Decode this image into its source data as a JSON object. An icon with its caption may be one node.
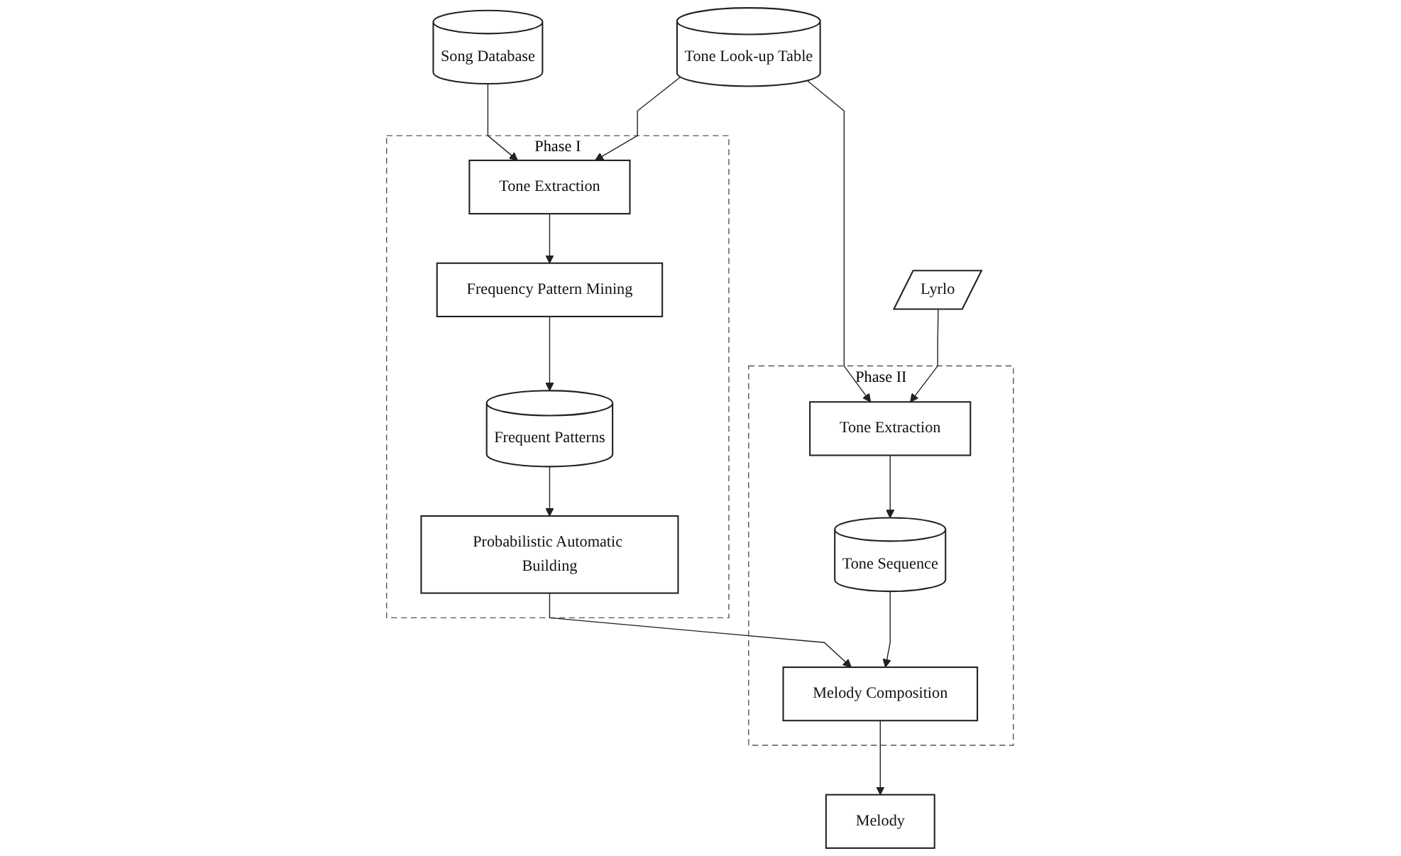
{
  "diagram": {
    "nodes": [
      {
        "text": [
          "Song Database"
        ]
      },
      {
        "text": [
          "Tone Look-up Table"
        ]
      },
      {
        "text": [
          "Lyrlo"
        ]
      },
      {
        "text": [
          "Phase I"
        ]
      },
      {
        "text": [
          "Tone Extraction"
        ],
        "in": 3
      },
      {
        "text": [
          "Frequency Pattern Mining"
        ],
        "in": 3
      },
      {
        "text": [
          "Frequent Patterns"
        ],
        "in": 3
      },
      {
        "text": [
          "Probabilistic Automatic Building"
        ],
        "in": 3
      },
      {
        "text": [
          "Phase II"
        ]
      },
      {
        "text": [
          "Tone Extraction"
        ],
        "in": 8
      },
      {
        "text": [
          "Tone Sequence"
        ],
        "in": 8
      },
      {
        "text": [
          "Melody Composition"
        ],
        "in": 8
      },
      {
        "text": [
          "Melody"
        ]
      }
    ],
    "edges": [
      {
        "from": 0,
        "to": 4,
        "arrow": "to"
      },
      {
        "from": 1,
        "to": 4,
        "arrow": "to"
      },
      {
        "from": 1,
        "to": 9,
        "arrow": "to"
      },
      {
        "from": 2,
        "to": 9,
        "arrow": "to"
      },
      {
        "from": 4,
        "to": 5,
        "arrow": "to"
      },
      {
        "from": 5,
        "to": 6,
        "arrow": "to"
      },
      {
        "from": 6,
        "to": 7,
        "arrow": "to"
      },
      {
        "from": 7,
        "to": 11,
        "arrow": "to"
      },
      {
        "from": 9,
        "to": 10,
        "arrow": "to"
      },
      {
        "from": 10,
        "to": 11,
        "arrow": "to"
      },
      {
        "from": 11,
        "to": 12,
        "arrow": "to"
      }
    ]
  }
}
